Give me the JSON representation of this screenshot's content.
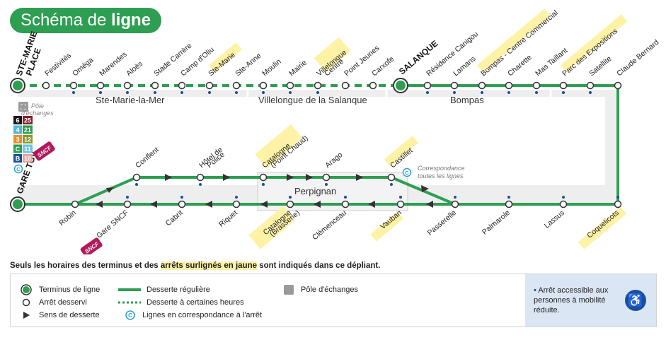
{
  "title": {
    "part1": "Schéma de",
    "part2": "ligne"
  },
  "terminus": {
    "ste_marie": "STE-MARIE PLACE",
    "salanque": "SALANQUE",
    "gare_tgv": "GARE TGV"
  },
  "top_stops": [
    "Festivités",
    "Oméga",
    "Marendes",
    "Aloès",
    "Stade Carrère",
    "Camp d'Oliu",
    "Ste-Marie",
    "Ste-Anne",
    "Moulin",
    "Mairie",
    "Villelongue Centre",
    "Point Jeunes",
    "Carxofe",
    "Résidence Canigou",
    "Lamans",
    "Bompas - Centre Commercial",
    "Charette",
    "Mas Taillant",
    "Parc des Expositions",
    "Satellite",
    "Claude Bernard"
  ],
  "mid_stops": [
    "Conflent",
    "Hôtel de Police",
    "Catalogne",
    "Arago",
    "Castillet"
  ],
  "mid_sub": {
    "catalogne_up": "(Point Chaud)",
    "catalogne_down": "(Brasserie)"
  },
  "bottom_stops": [
    "Robin",
    "Gare SNCF",
    "Cabrit",
    "Riquet",
    "Catalogne",
    "Clémenceau",
    "Vauban",
    "Passerelle",
    "Palmarole",
    "Lassus",
    "Coquelicots"
  ],
  "zones": [
    "Ste-Marie-la-Mer",
    "Villelongue de la Salanque",
    "Bompas",
    "Perpignan"
  ],
  "pole_label": "Pôle d'échanges",
  "correspondance": "Correspondance toutes les lignes",
  "connections": [
    {
      "left": "6",
      "right": "25",
      "lc": "#1a1a1a",
      "rc": "#8b1d2c"
    },
    {
      "left": "4",
      "right": "21",
      "lc": "#4fb8d6",
      "rc": "#2e9e52"
    },
    {
      "left": "3",
      "right": "12",
      "lc": "#e8902b",
      "rc": "#8b9a2a"
    },
    {
      "left": "C",
      "right": "11",
      "lc": "#2e9e52",
      "rc": "#6fc3e0"
    },
    {
      "left": "B",
      "right": "10",
      "lc": "#1c4f97",
      "rc": "#e2a3a3"
    }
  ],
  "sncf": "SNCF",
  "note": {
    "before": "Seuls les horaires des terminus et des",
    "highlight": "arrêts surlignés en jaune",
    "after": "sont indiqués dans ce dépliant."
  },
  "legend": {
    "terminus": "Terminus de ligne",
    "arret": "Arrêt desservi",
    "sens": "Sens de desserte",
    "reguliere": "Desserte régulière",
    "certaines": "Desserte à certaines heures",
    "correspondance": "Lignes en correspondance à l'arrêt",
    "pole": "Pôle d'échanges",
    "accessible": "Arrêt accessible aux personnes à mobilité réduite."
  },
  "colors": {
    "line": "#2e9e52",
    "highlight": "#fdf2a6",
    "access_bg": "#dbe6f4",
    "access_icon": "#1c4f97"
  }
}
